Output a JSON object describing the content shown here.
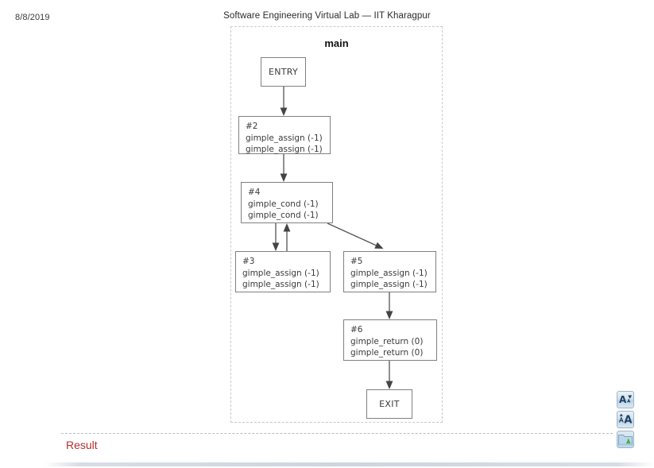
{
  "header": {
    "date": "8/8/2019",
    "title": "Software Engineering Virtual Lab — IIT Kharagpur"
  },
  "graph": {
    "cluster_label": "main",
    "nodes": [
      {
        "key": "entry",
        "label": "ENTRY",
        "type": "terminal"
      },
      {
        "key": "bb2",
        "id": "#2",
        "stmt1": "gimple_assign (-1)",
        "stmt2": "gimple_assign (-1)",
        "type": "block"
      },
      {
        "key": "bb4",
        "id": "#4",
        "stmt1": "gimple_cond (-1)",
        "stmt2": "gimple_cond (-1)",
        "type": "block"
      },
      {
        "key": "bb3",
        "id": "#3",
        "stmt1": "gimple_assign (-1)",
        "stmt2": "gimple_assign (-1)",
        "type": "block"
      },
      {
        "key": "bb5",
        "id": "#5",
        "stmt1": "gimple_assign (-1)",
        "stmt2": "gimple_assign (-1)",
        "type": "block"
      },
      {
        "key": "bb6",
        "id": "#6",
        "stmt1": "gimple_return (0)",
        "stmt2": "gimple_return (0)",
        "type": "block"
      },
      {
        "key": "exit",
        "label": "EXIT",
        "type": "terminal"
      }
    ],
    "edges": [
      {
        "from": "entry",
        "to": "bb2"
      },
      {
        "from": "bb2",
        "to": "bb4"
      },
      {
        "from": "bb4",
        "to": "bb3"
      },
      {
        "from": "bb3",
        "to": "bb4"
      },
      {
        "from": "bb4",
        "to": "bb5"
      },
      {
        "from": "bb5",
        "to": "bb6"
      },
      {
        "from": "bb6",
        "to": "exit"
      }
    ]
  },
  "footer": {
    "result_label": "Result"
  },
  "toolbar": {
    "buttons": [
      {
        "name": "decrease-font-size-icon",
        "label": "A"
      },
      {
        "name": "increase-font-size-icon",
        "label": "A"
      },
      {
        "name": "open-folder-icon",
        "label": ""
      }
    ]
  },
  "colors": {
    "result_red": "#b23030",
    "node_border": "#808080",
    "cluster_border": "#c9c9c9",
    "edge": "#555555"
  }
}
